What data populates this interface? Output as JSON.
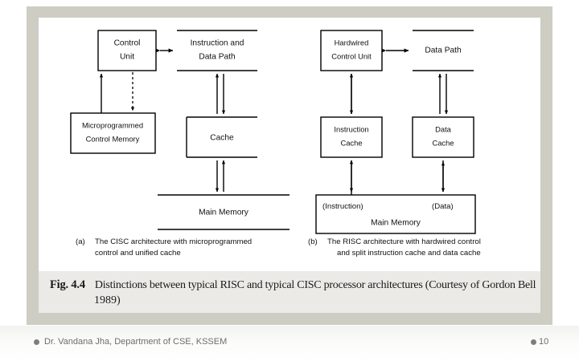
{
  "slide": {
    "page_number": "10",
    "footer_author": "Dr. Vandana Jha,  Department of CSE, KSSEM",
    "colors": {
      "frame": "#cdcdc3",
      "canvas": "#ffffff",
      "caption_band": "#eceae6",
      "ink": "#000000",
      "footer_text": "#6e6e6e"
    }
  },
  "caption": {
    "fig_number": "Fig. 4.4",
    "line1": "Distinctions between typical RISC and typical CISC processor architectures (Courtesy of Gordon Bell",
    "line2": "1989)"
  },
  "figure": {
    "panel_a": {
      "key": "(a)",
      "subcaption_line1": "The CISC architecture with microprogrammed",
      "subcaption_line2": "control and unified cache",
      "boxes": [
        {
          "id": "control-unit",
          "label_line1": "Control",
          "label_line2": "Unit"
        },
        {
          "id": "instruction-and-data-path",
          "label_line1": "Instruction and",
          "label_line2": "Data Path"
        },
        {
          "id": "microprogrammed-control-memory",
          "label_line1": "Microprogrammed",
          "label_line2": "Control Memory"
        },
        {
          "id": "cache",
          "label_line1": "Cache",
          "label_line2": ""
        },
        {
          "id": "main-memory",
          "label_line1": "Main Memory",
          "label_line2": ""
        }
      ],
      "connections": [
        {
          "from": "control-unit",
          "to": "instruction-and-data-path",
          "style": "solid",
          "arrows": "both"
        },
        {
          "from": "microprogrammed-control-memory",
          "to": "control-unit",
          "style": "solid",
          "arrows": "up"
        },
        {
          "from": "control-unit",
          "to": "microprogrammed-control-memory",
          "style": "dashed",
          "arrows": "down"
        },
        {
          "from": "cache",
          "to": "instruction-and-data-path",
          "style": "solid",
          "arrows": "both"
        },
        {
          "from": "main-memory",
          "to": "cache",
          "style": "solid",
          "arrows": "both"
        }
      ]
    },
    "panel_b": {
      "key": "(b)",
      "subcaption_line1": "The RISC architecture with hardwired control",
      "subcaption_line2": "and split instruction cache and data cache",
      "boxes": [
        {
          "id": "hardwired-control-unit",
          "label_line1": "Hardwired",
          "label_line2": "Control Unit"
        },
        {
          "id": "data-path",
          "label_line1": "Data Path",
          "label_line2": ""
        },
        {
          "id": "instruction-cache",
          "label_line1": "Instruction",
          "label_line2": "Cache"
        },
        {
          "id": "data-cache",
          "label_line1": "Data",
          "label_line2": "Cache"
        },
        {
          "id": "main-memory-split",
          "label_left": "(Instruction)",
          "label_right": "(Data)",
          "label_line2": "Main Memory"
        }
      ],
      "connections": [
        {
          "from": "hardwired-control-unit",
          "to": "data-path",
          "style": "solid",
          "arrows": "both"
        },
        {
          "from": "instruction-cache",
          "to": "hardwired-control-unit",
          "style": "solid",
          "arrows": "both"
        },
        {
          "from": "data-cache",
          "to": "data-path",
          "style": "solid",
          "arrows": "both"
        },
        {
          "from": "main-memory-split",
          "to": "instruction-cache",
          "style": "solid",
          "arrows": "both"
        },
        {
          "from": "main-memory-split",
          "to": "data-cache",
          "style": "solid",
          "arrows": "both"
        }
      ]
    }
  }
}
